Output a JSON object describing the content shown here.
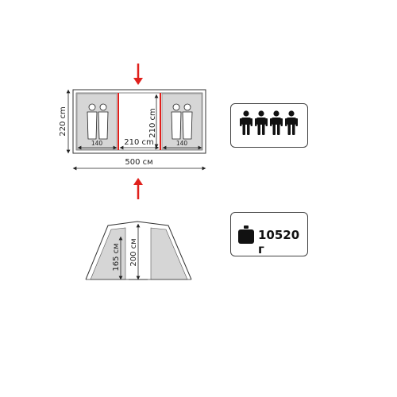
{
  "floor_plan": {
    "total_length": "500 см",
    "width": "220 cm",
    "vestibule_length": "210 cm",
    "vestibule_width": "210 cm",
    "left_room": "140",
    "right_room": "140"
  },
  "side_view": {
    "inner_height": "165 см",
    "outer_height": "200 см"
  },
  "capacity_icon": "four-persons-icon",
  "weight": {
    "icon": "weight-icon",
    "value": "10520 г"
  },
  "colors": {
    "accent": "#e0201c",
    "panel": "#d6d6d6",
    "line": "#222222"
  }
}
